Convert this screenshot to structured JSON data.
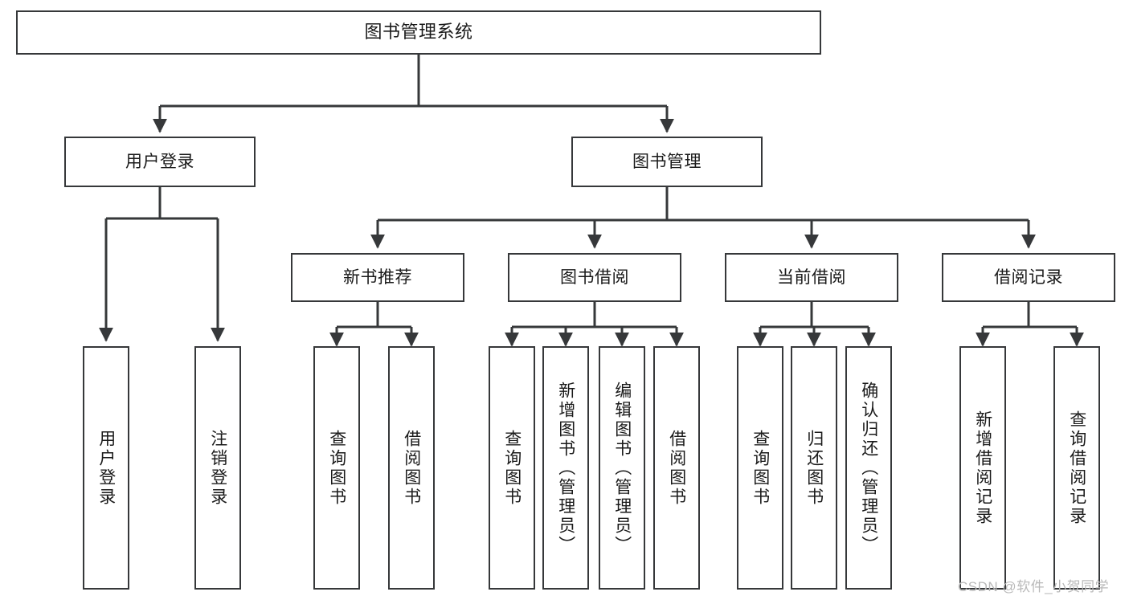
{
  "diagram": {
    "title": "图书管理系统",
    "root": {
      "label": "图书管理系统"
    },
    "level2": [
      {
        "label": "用户登录"
      },
      {
        "label": "图书管理"
      }
    ],
    "level3": [
      {
        "label": "新书推荐"
      },
      {
        "label": "图书借阅"
      },
      {
        "label": "当前借阅"
      },
      {
        "label": "借阅记录"
      }
    ],
    "leaves": {
      "user_login": [
        {
          "label": "用户登录"
        },
        {
          "label": "注销登录"
        }
      ],
      "new_book_recommend": [
        {
          "label": "查询图书"
        },
        {
          "label": "借阅图书"
        }
      ],
      "book_borrow": [
        {
          "label": "查询图书"
        },
        {
          "label": "新增图书（管理员）"
        },
        {
          "label": "编辑图书（管理员）"
        },
        {
          "label": "借阅图书"
        }
      ],
      "current_borrow": [
        {
          "label": "查询图书"
        },
        {
          "label": "归还图书"
        },
        {
          "label": "确认归还（管理员）"
        }
      ],
      "borrow_record": [
        {
          "label": "新增借阅记录"
        },
        {
          "label": "查询借阅记录"
        }
      ]
    }
  },
  "watermark": {
    "text": "CSDN @软件_小贺同学"
  },
  "colors": {
    "stroke": "#36383a",
    "background": "#ffffff",
    "text": "#1a1a1a",
    "watermark": "#b9b9b9"
  }
}
